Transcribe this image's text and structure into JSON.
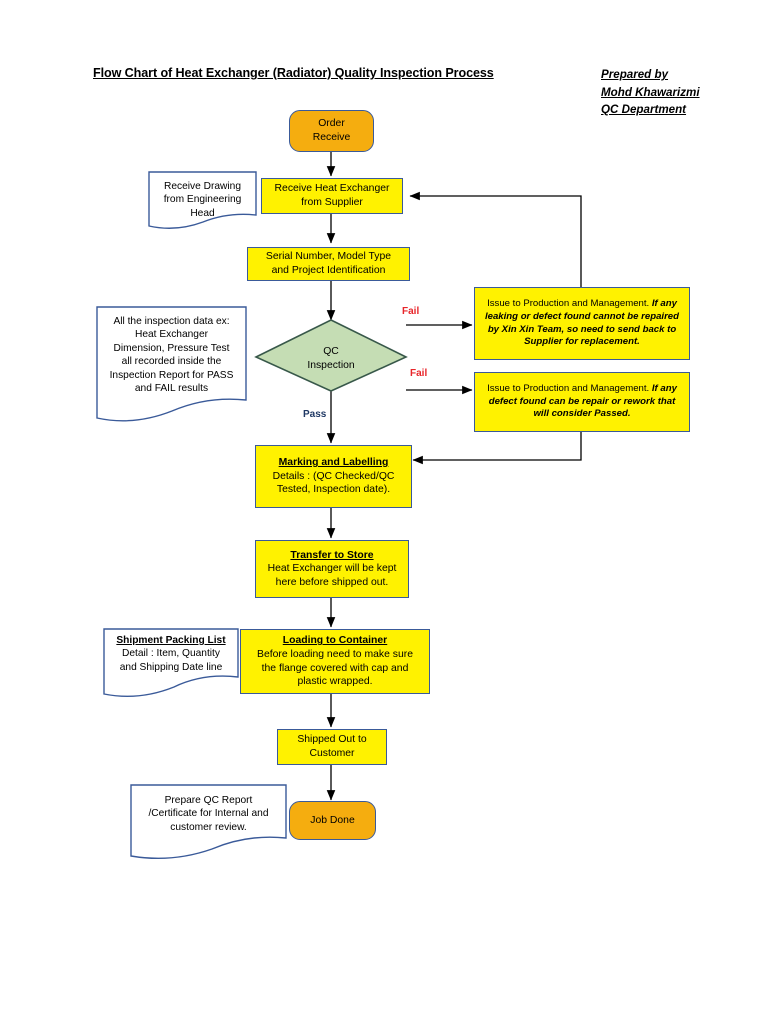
{
  "header": {
    "title": "Flow Chart of Heat Exchanger (Radiator) Quality Inspection Process",
    "prepared_by_line1": "Prepared by",
    "prepared_by_line2": "Mohd Khawarizmi",
    "prepared_by_line3": "QC Department"
  },
  "colors": {
    "terminator_fill": "#F5AD0F",
    "process_fill": "#FFF200",
    "decision_fill": "#C5DDB4",
    "border_blue": "#3A5A99",
    "decision_border": "#38584A",
    "fail_label": "#E8252A",
    "pass_label": "#1F3864",
    "note_border": "#3A5A99",
    "note_fill": "#FFFFFF",
    "connector": "#000000"
  },
  "nodes": {
    "order_receive": {
      "label_line1": "Order",
      "label_line2": "Receive",
      "type": "terminator"
    },
    "receive_heat_exchanger": {
      "label_line1": "Receive Heat Exchanger",
      "label_line2": "from Supplier",
      "type": "process"
    },
    "serial_number": {
      "label_line1": "Serial Number, Model Type",
      "label_line2": "and Project Identification",
      "type": "process"
    },
    "qc_inspection": {
      "label_line1": "QC",
      "label_line2": "Inspection",
      "type": "decision"
    },
    "marking_labelling": {
      "heading": "Marking and Labelling",
      "body_line1": "Details : (QC Checked/QC",
      "body_line2": "Tested, Inspection date).",
      "type": "process"
    },
    "transfer_to_store": {
      "heading": "Transfer to Store",
      "body_line1": "Heat Exchanger will be kept",
      "body_line2": "here before shipped out.",
      "type": "process"
    },
    "loading_to_container": {
      "heading": "Loading to Container",
      "body_line1": "Before loading need to make sure",
      "body_line2": "the flange covered with cap and",
      "body_line3": "plastic wrapped.",
      "type": "process"
    },
    "shipped_out": {
      "label_line1": "Shipped Out to",
      "label_line2": "Customer",
      "type": "process"
    },
    "job_done": {
      "label": "Job Done",
      "type": "terminator"
    },
    "issue_replacement": {
      "plain_text": "Issue to Production and Management.",
      "emphasis_text": "If any leaking or defect found cannot be repaired by Xin Xin Team, so need to send back to Supplier for replacement."
    },
    "issue_rework": {
      "plain_text": "Issue to Production and Management.",
      "emphasis_text": "If any defect found can be repair or rework that will consider Passed."
    }
  },
  "notes": {
    "receive_drawing": {
      "line1": "Receive Drawing",
      "line2": "from Engineering",
      "line3": "Head"
    },
    "inspection_data": {
      "line1": "All the inspection data ex:",
      "line2": "Heat Exchanger",
      "line3": "Dimension, Pressure Test",
      "line4": "all recorded inside the",
      "line5": "Inspection Report for PASS",
      "line6": "and FAIL results"
    },
    "shipment_packing_list": {
      "heading": "Shipment Packing List",
      "line1": "Detail : Item, Quantity",
      "line2": "and Shipping Date line"
    },
    "prepare_qc_report": {
      "line1": "Prepare QC Report",
      "line2": "/Certificate for Internal and",
      "line3": "customer review."
    }
  },
  "flow_labels": {
    "fail_top": "Fail",
    "fail_bottom": "Fail",
    "pass": "Pass"
  }
}
